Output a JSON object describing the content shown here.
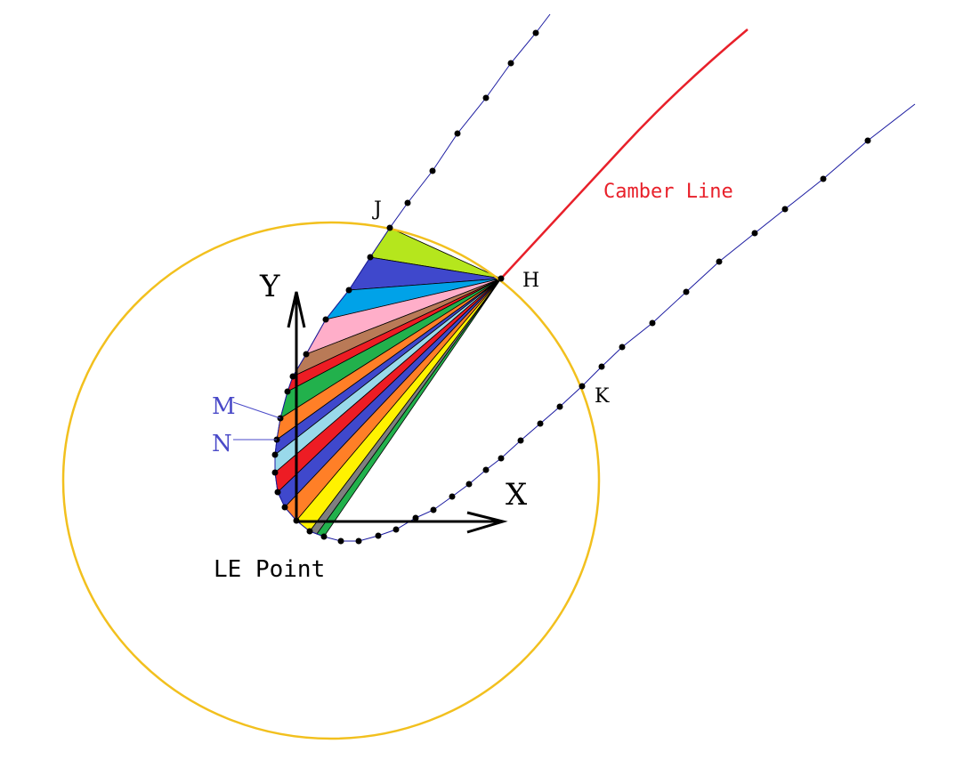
{
  "labels": {
    "camber_line": "Camber Line",
    "j": "J",
    "h": "H",
    "k": "K",
    "m": "M",
    "n": "N",
    "x_axis": "X",
    "y_axis": "Y",
    "le_point": "LE Point"
  },
  "colors": {
    "circle": "#f2c01e",
    "camber": "#e8202a",
    "surface": "#1a1aa0",
    "marker": "#4a4ac8",
    "fan": [
      "#b5e61d",
      "#3f48cc",
      "#00a2e8",
      "#ffaec9",
      "#b97a57",
      "#ed1c24",
      "#22b14c",
      "#ff7f27",
      "#3f48cc",
      "#99d9ea",
      "#ed1c24",
      "#3f48cc",
      "#ff7f27",
      "#fff200",
      "#7f7f7f",
      "#22b14c"
    ]
  }
}
